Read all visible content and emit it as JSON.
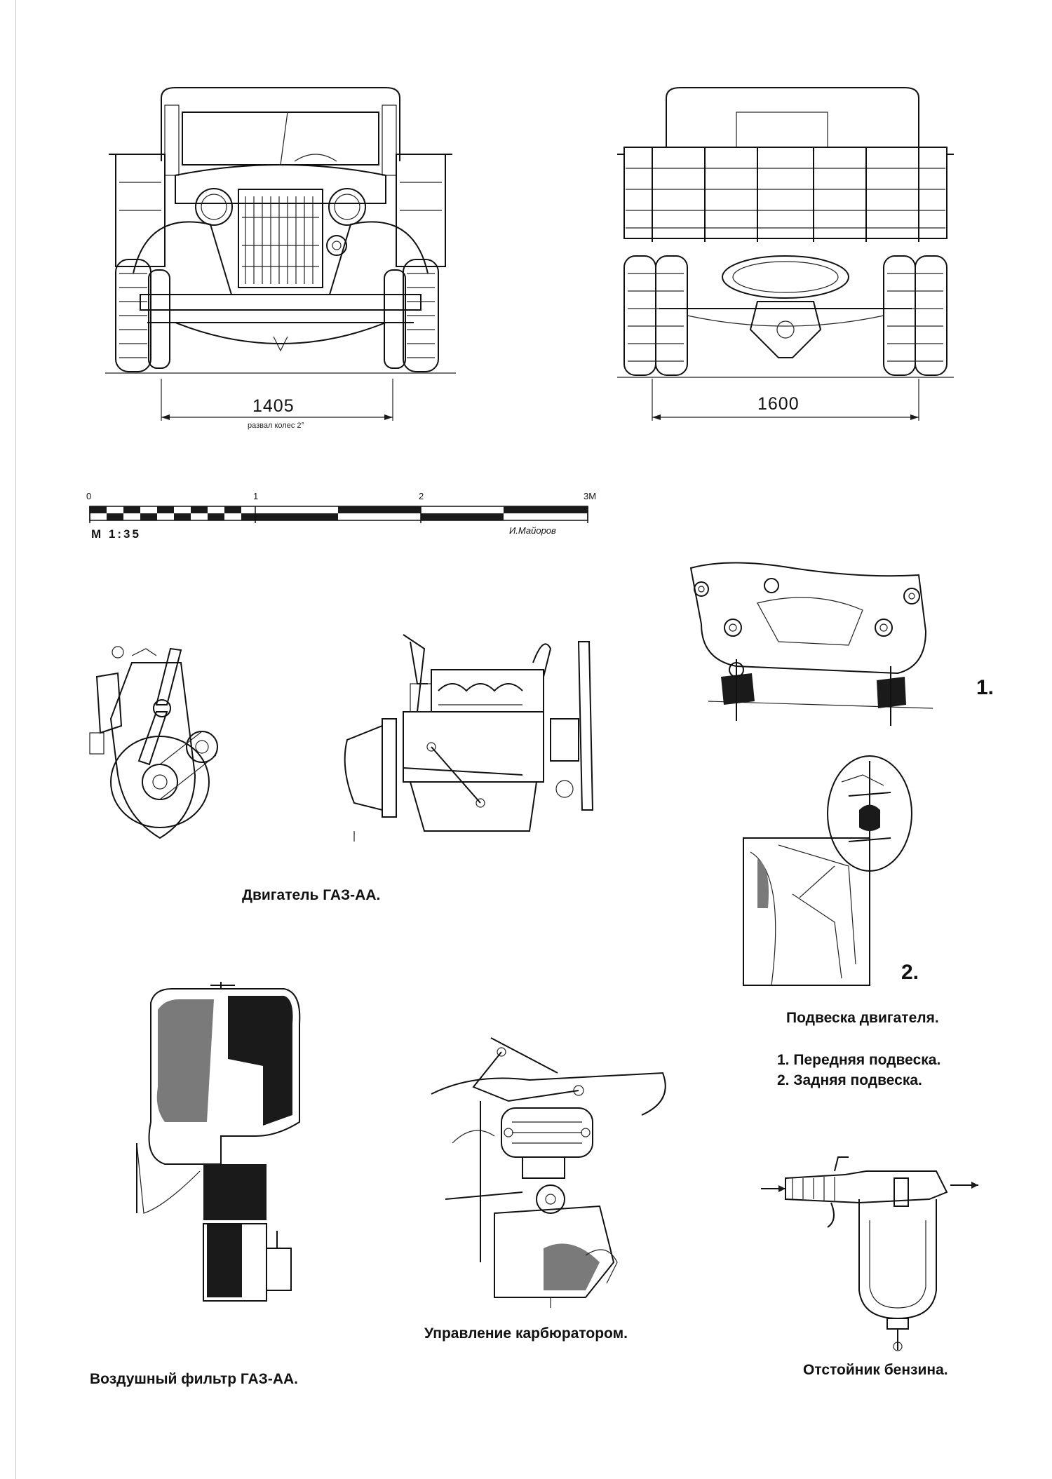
{
  "dimensions": {
    "front_track": "1405",
    "front_note": "развал колес 2°",
    "rear_track": "1600"
  },
  "scale_bar": {
    "ticks": [
      "0",
      "1",
      "2",
      "3М"
    ],
    "scale_label": "М 1:35",
    "author": "И.Майоров"
  },
  "captions": {
    "engine": "Двигатель ГАЗ-АА.",
    "engine_mount": "Подвеска двигателя.",
    "mount_item_1": "1. Передняя подвеска.",
    "mount_item_2": "2. Задняя подвеска.",
    "carb_control": "Управление карбюратором.",
    "air_filter": "Воздушный фильтр ГАЗ-АА.",
    "fuel_settler": "Отстойник  бензина."
  },
  "markers": {
    "one": "1.",
    "two": "2."
  }
}
